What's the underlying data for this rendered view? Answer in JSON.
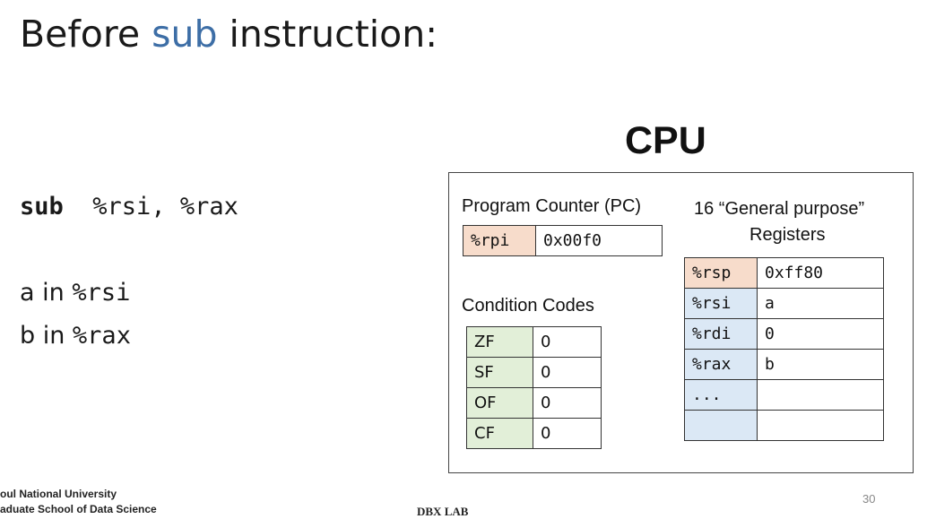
{
  "title": {
    "prefix": "Before ",
    "keyword": "sub",
    "suffix": " instruction:"
  },
  "instruction": {
    "op": "sub",
    "operands": "  %rsi, %rax"
  },
  "notes": [
    {
      "var": "a",
      "text": " in ",
      "reg": "%rsi"
    },
    {
      "var": "b",
      "text": " in ",
      "reg": "%rax"
    }
  ],
  "cpu": {
    "title": "CPU",
    "pc_label": "Program Counter (PC)",
    "pc": {
      "reg": "%rpi",
      "value": "0x00f0"
    },
    "cc_label": "Condition Codes",
    "condition_codes": [
      {
        "flag": "ZF",
        "value": "0"
      },
      {
        "flag": "SF",
        "value": "0"
      },
      {
        "flag": "OF",
        "value": "0"
      },
      {
        "flag": "CF",
        "value": "0"
      }
    ],
    "gp_label_line1": "16 “General purpose”",
    "gp_label_line2": "Registers",
    "registers": [
      {
        "reg": "%rsp",
        "value": "0xff80"
      },
      {
        "reg": "%rsi",
        "value": "a"
      },
      {
        "reg": "%rdi",
        "value": "0"
      },
      {
        "reg": "%rax",
        "value": "b"
      },
      {
        "reg": "...",
        "value": ""
      },
      {
        "reg": "",
        "value": ""
      }
    ]
  },
  "footer": {
    "university_line1": "oul National University",
    "university_line2": "aduate School of Data Science",
    "lab": "DBX LAB",
    "page": "30"
  },
  "colors": {
    "keyword": "#3d6ea6",
    "pc_reg": "#f7dccb",
    "reg_blue": "#dbe8f5",
    "flag_green": "#e2efd8"
  }
}
